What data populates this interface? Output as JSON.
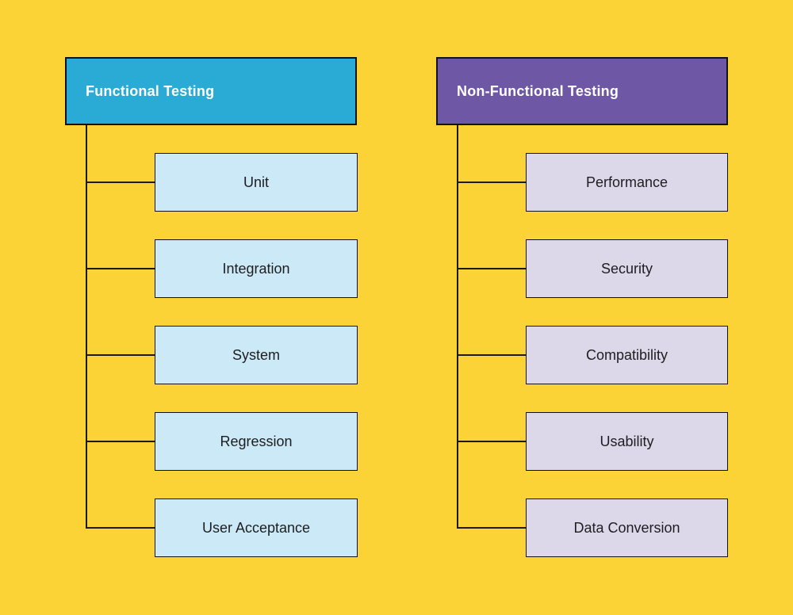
{
  "diagram": {
    "title": "Testing types tree diagram",
    "background": "#FCD337",
    "line_color": "#1A1A1A",
    "columns": [
      {
        "id": "functional",
        "header": {
          "label": "Functional Testing",
          "fill": "#29ABD6",
          "text_color": "#FFFFFF"
        },
        "child_fill": "#CBE9F6",
        "child_text_color": "#1E1E20",
        "children": [
          {
            "label": "Unit"
          },
          {
            "label": "Integration"
          },
          {
            "label": "System"
          },
          {
            "label": "Regression"
          },
          {
            "label": "User Acceptance"
          }
        ]
      },
      {
        "id": "non-functional",
        "header": {
          "label": "Non-Functional Testing",
          "fill": "#6E58A5",
          "text_color": "#FFFFFF"
        },
        "child_fill": "#DCD7E9",
        "child_text_color": "#1E1E20",
        "children": [
          {
            "label": "Performance"
          },
          {
            "label": "Security"
          },
          {
            "label": "Compatibility"
          },
          {
            "label": "Usability"
          },
          {
            "label": "Data Conversion"
          }
        ]
      }
    ]
  }
}
